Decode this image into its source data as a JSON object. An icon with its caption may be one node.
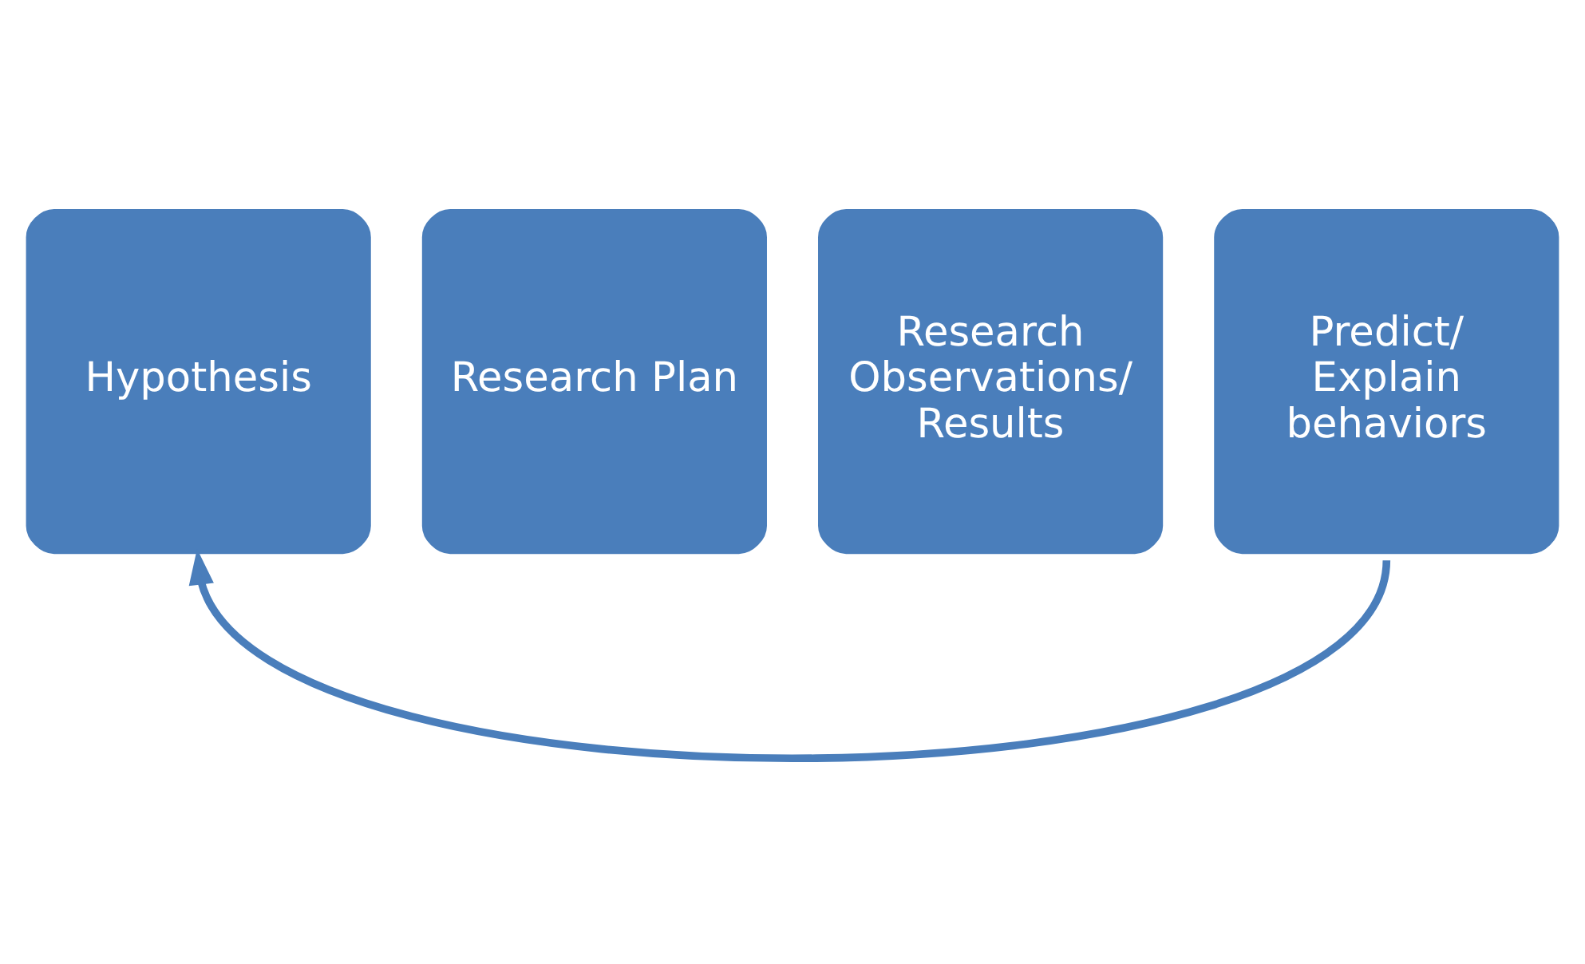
{
  "diagram": {
    "nodes": [
      {
        "text": [
          "Hypothesis"
        ]
      },
      {
        "text": [
          "Research Plan"
        ]
      },
      {
        "text": [
          "Research Observations/ Results"
        ]
      },
      {
        "text": [
          "Predict/ Explain behaviors"
        ]
      }
    ],
    "edges": [
      {
        "from": 3,
        "to": 0,
        "arrow": "to"
      }
    ]
  }
}
